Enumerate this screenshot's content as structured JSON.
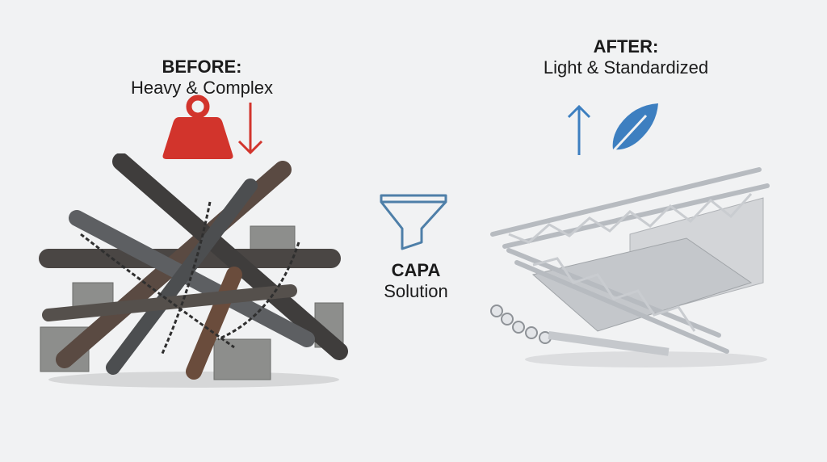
{
  "before": {
    "heading": "BEFORE:",
    "subheading": "Heavy & Complex",
    "icon": "weight-icon",
    "arrow": "arrow-down-icon",
    "color": "#d2342c"
  },
  "middle": {
    "heading": "CAPA",
    "subheading": "Solution",
    "icon": "funnel-icon",
    "color": "#4e7fa8"
  },
  "after": {
    "heading": "AFTER:",
    "subheading": "Light & Standardized",
    "icon": "feather-icon",
    "arrow": "arrow-up-icon",
    "color": "#3d7fc0"
  }
}
